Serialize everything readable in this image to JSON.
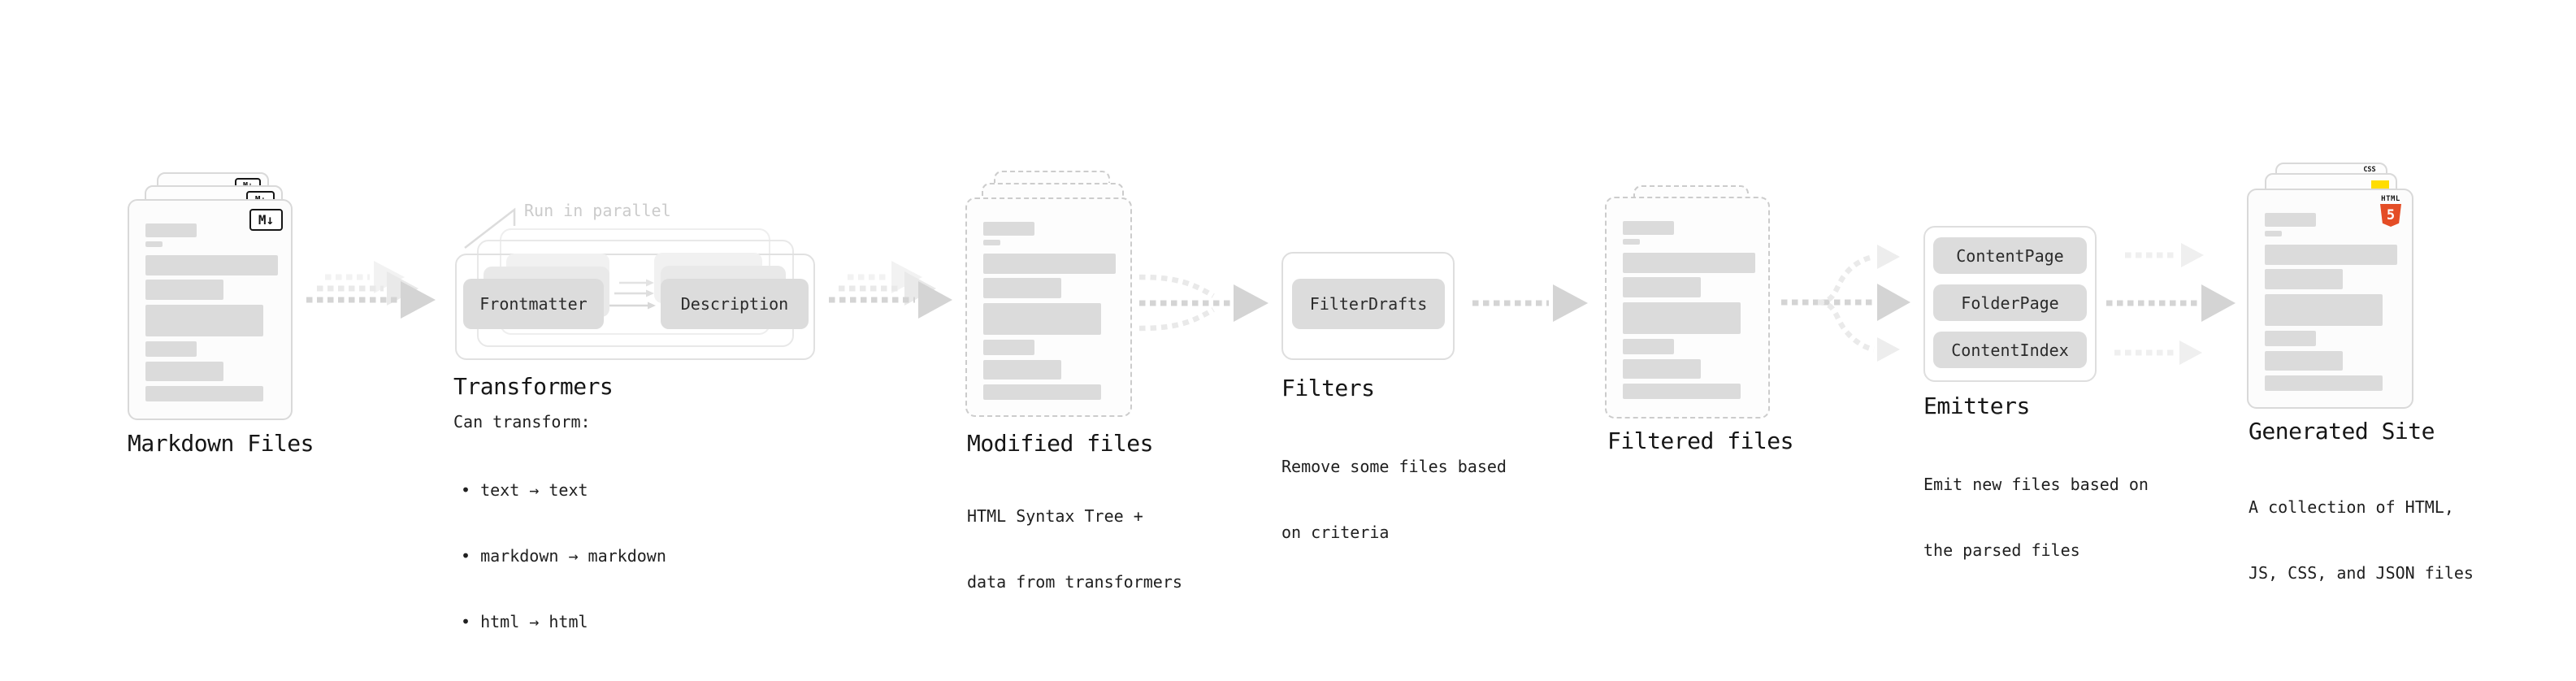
{
  "stages": {
    "markdown": {
      "label": "Markdown Files",
      "file_icon": "M↓"
    },
    "transformers": {
      "label": "Transformers",
      "note": "Run in parallel",
      "step1": "Frontmatter",
      "step2": "Description",
      "desc_heading": "Can transform:",
      "bullets": [
        "• text → text",
        "• markdown → markdown",
        "• html → html"
      ]
    },
    "modified": {
      "label": "Modified files",
      "desc": [
        "HTML Syntax Tree +",
        "data from transformers"
      ]
    },
    "filters": {
      "label": "Filters",
      "step": "FilterDrafts",
      "desc": [
        "Remove some files based",
        "on criteria"
      ]
    },
    "filtered": {
      "label": "Filtered files"
    },
    "emitters": {
      "label": "Emitters",
      "steps": [
        "ContentPage",
        "FolderPage",
        "ContentIndex"
      ],
      "desc": [
        "Emit new files based on",
        "the parsed files"
      ]
    },
    "generated": {
      "label": "Generated Site",
      "desc": [
        "A collection of HTML,",
        "JS, CSS, and JSON files"
      ],
      "css_icon_text": "CSS",
      "html5_word": "HTML",
      "html5_number": "5"
    }
  },
  "icon_colors": {
    "html5_orange": "#e44d26",
    "js_yellow": "#ffdd00",
    "css_blue": "#2b63f6",
    "markdown_black": "#161616"
  }
}
